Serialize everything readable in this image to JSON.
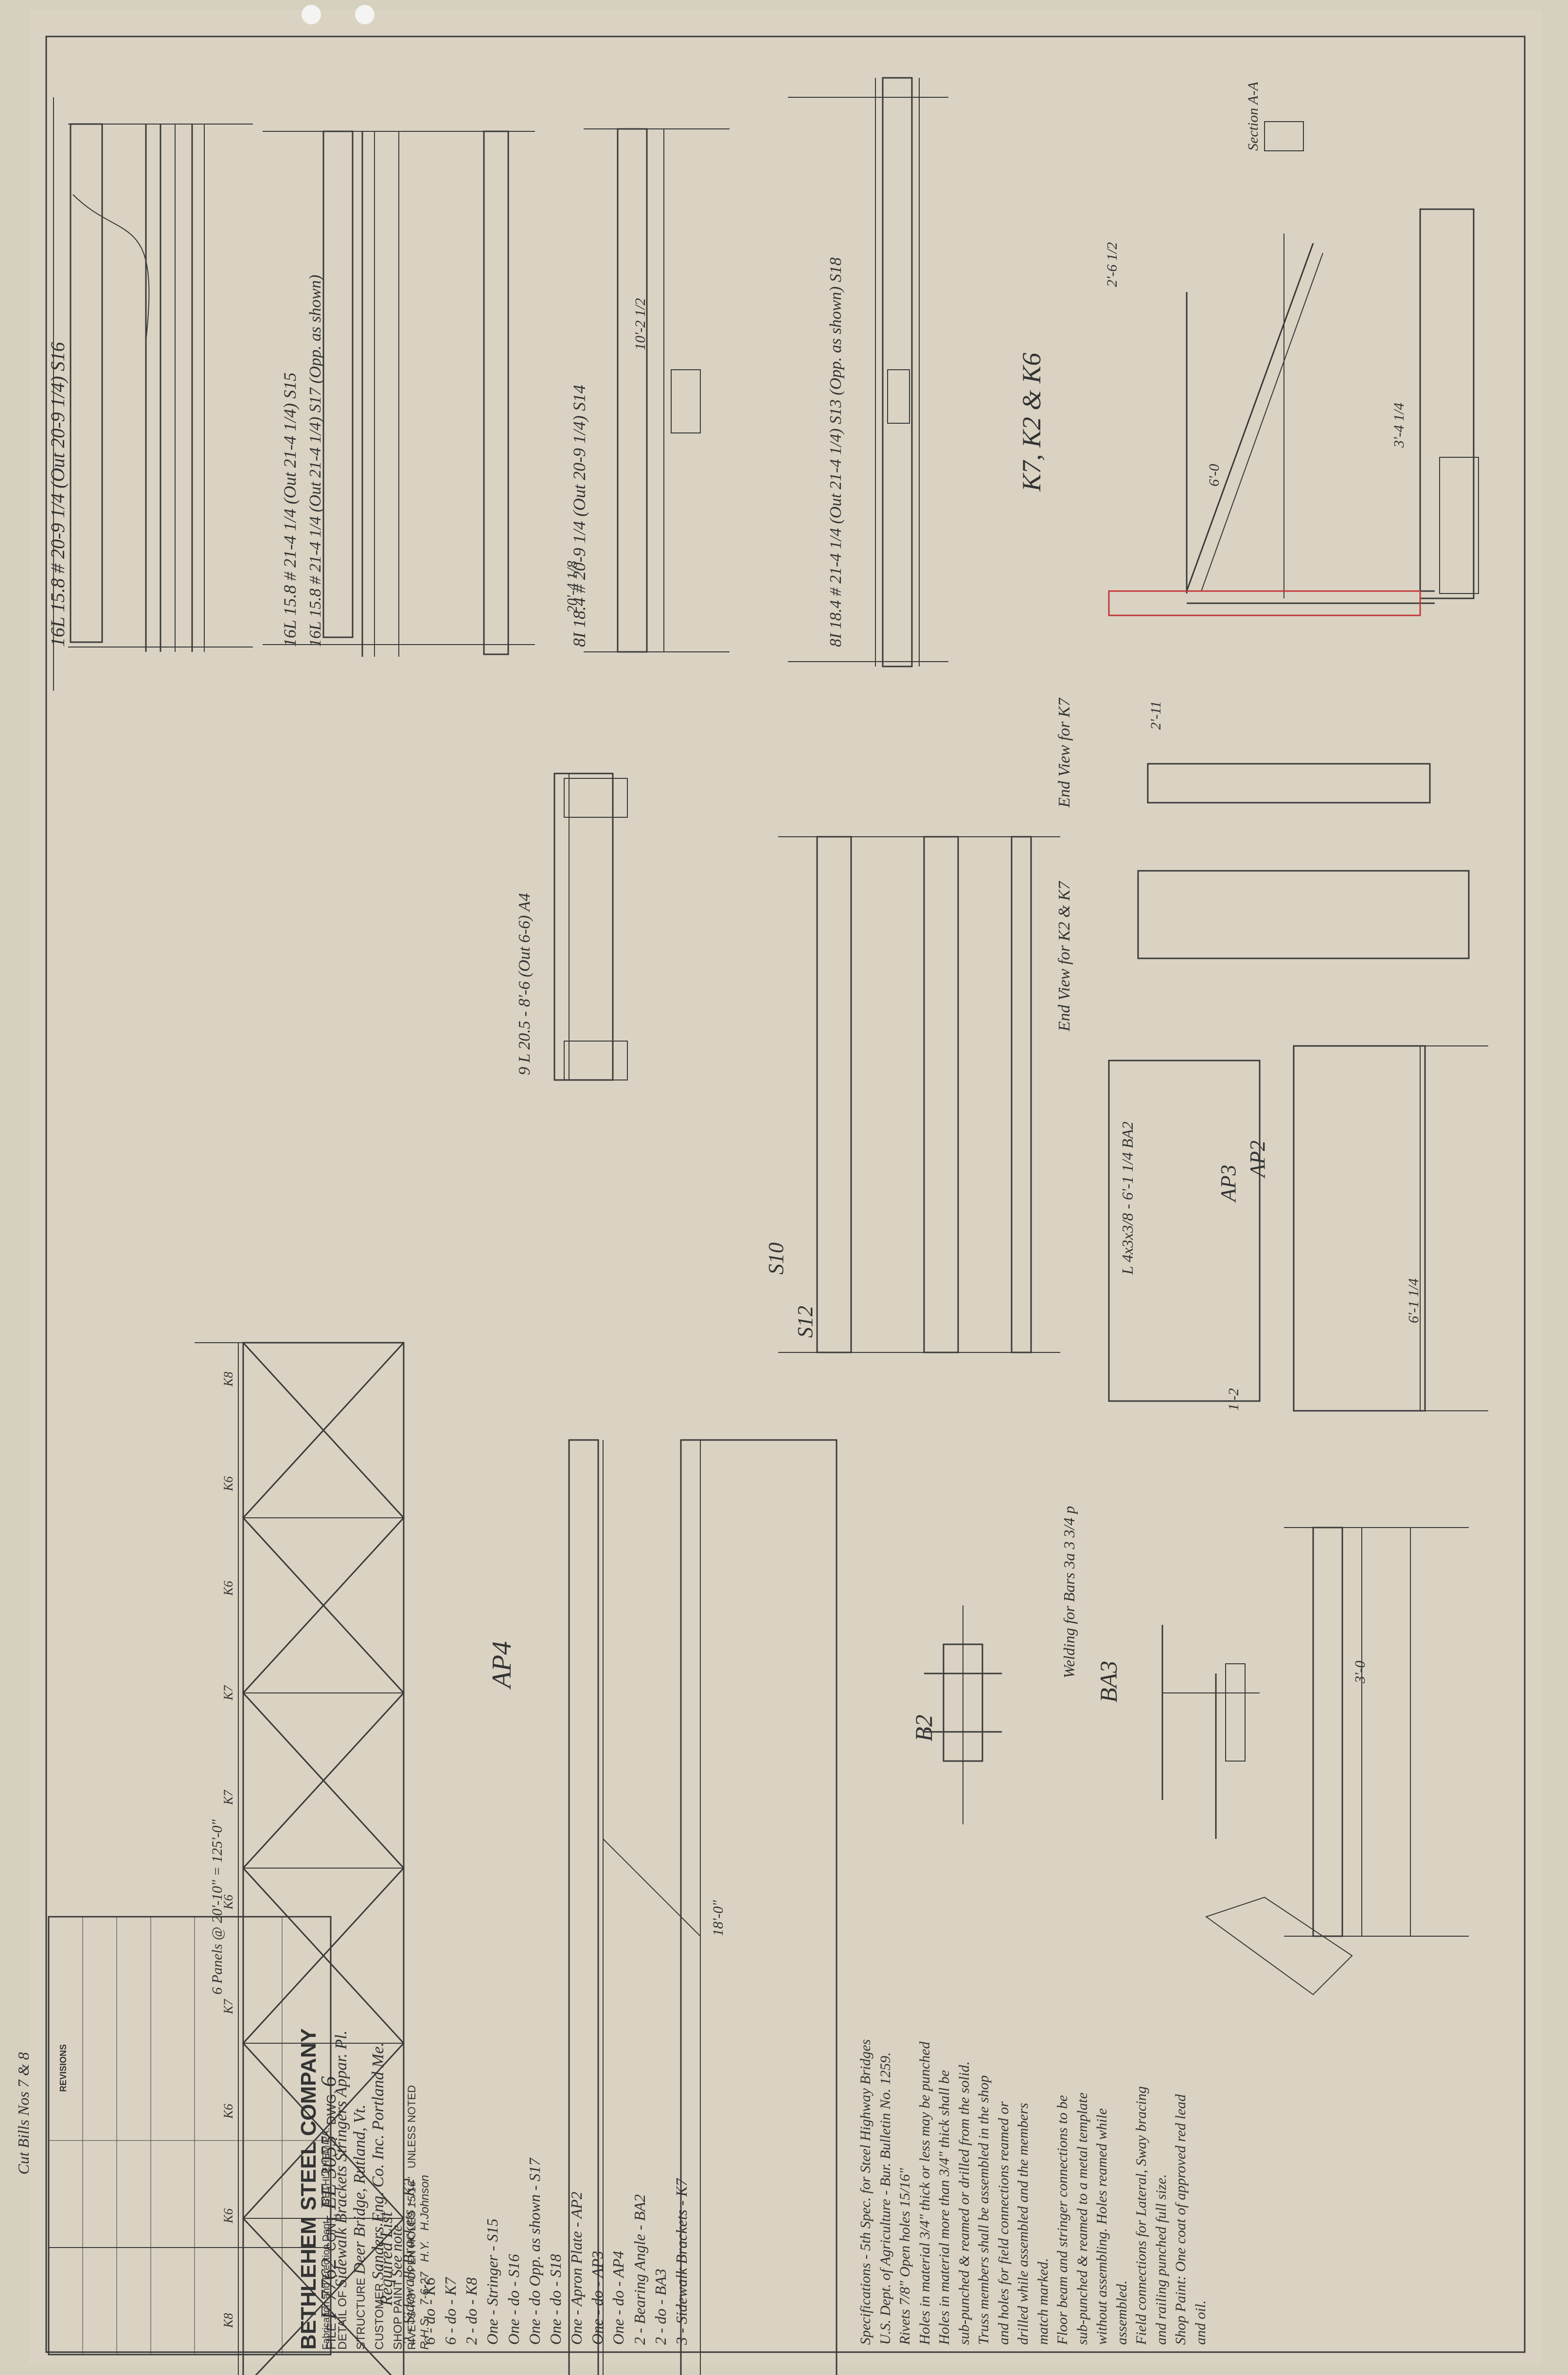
{
  "title_block": {
    "company": "BETHLEHEM STEEL COMPANY",
    "sub": "Fabrication and Erection Dept.",
    "city": "BETHLEHEM PA.",
    "detail_of_label": "DETAIL OF",
    "detail_of": "Sidewalk Brackets Stringers Appar. Pl.",
    "structure_label": "STRUCTURE",
    "structure": "Deer Bridge, Rutland, Vt.",
    "customer_label": "CUSTOMER",
    "customer": "Sanders Eng. Co. Inc. Portland Me.",
    "shop_paint_label": "SHOP PAINT",
    "shop_paint": "See note",
    "rivets_label": "RIVETS",
    "rivets": "7/8\"",
    "open_holes_label": "OPEN HOLES",
    "open_holes": "15/16\"",
    "unless_noted": "UNLESS NOTED",
    "revisions": "REVISIONS",
    "file_label": "FILE",
    "file": "F 7762",
    "contract_label": "CONT.",
    "contract": "EE 3055",
    "dwg_label": "DWG.",
    "dwg": "6",
    "drawn_by": "R.H.S.",
    "date": "7-6-27",
    "checked_by": "H.Y.",
    "approved": "H.Johnson"
  },
  "required_list": {
    "heading": "Required List",
    "items": [
      "2 - Sidewalk Brackets - K2",
      "6 - do - K6",
      "6 - do - K7",
      "2 - do - K8",
      "One - Stringer - S15",
      "One - do - S16",
      "One - do Opp. as shown - S17",
      "One - do - S18",
      "One - Apron Plate - AP2",
      "One - do - AP3",
      "One - do - AP4",
      "2 - Bearing Angle - BA2",
      "2 - do - BA3",
      "3 - Sidewalk Brackets - K7"
    ]
  },
  "notes": [
    "Specifications - 5th Spec. for Steel Highway Bridges",
    "U.S. Dept. of Agriculture - Bur. Bulletin No. 1259.",
    "Rivets 7/8\"  Open holes 15/16\"",
    "Holes in material 3/4\" thick or less may be punched",
    "Holes in material more than 3/4\" thick shall be",
    "sub-punched & reamed or drilled from the solid.",
    "Truss members shall be assembled in the shop",
    "and holes for field connections reamed or",
    "drilled while assembled and the members",
    "match marked.",
    "Floor beam and stringer connections to be",
    "sub-punched & reamed to a metal template",
    "without assembling. Holes reamed while",
    "assembled.",
    "Field connections for Lateral, Sway bracing",
    "and railing punched full size.",
    "Shop Paint: One coat of approved red lead",
    "and oil."
  ],
  "members": {
    "s16": "16L 15.8 # 20-9 1/4 (Out 20-9 1/4) S16",
    "s15": "16L 15.8 # 21-4 1/4 (Out 21-4 1/4) S15",
    "s17": "16L 15.8 # 21-4 1/4 (Out 21-4 1/4) S17 (Opp. as shown)",
    "s14": "8I 18.4 # 20-9 1/4 (Out 20-9 1/4) S14",
    "s18": "8I 18.4 # 21-4 1/4 (Out 21-4 1/4) S13 (Opp. as shown) S18",
    "k": "K7, K2 & K6",
    "ap4": "AP4",
    "ap2": "AP2",
    "ap3": "AP3",
    "ba2": "L 4x3x3/8 - 6'-1 1/4 BA2",
    "ba3": "BA3",
    "b2": "B2",
    "s10": "S10",
    "s12": "S12",
    "a4": "9 L 20.5 - 8'-6 (Out 6-6) A4",
    "section_aa": "Section A-A",
    "end_view": "End View for K7",
    "end_view2": "End View for K2 & K7",
    "welding": "Welding for Bars 3a 3 3/4 p",
    "panel_note": "6 Panels @ 20'-10\" = 125'-0\"",
    "sidewalk_note": "Cut Bills Nos 7 & 8"
  },
  "panel_labels": [
    "K8",
    "K6",
    "K6",
    "K7",
    "K7",
    "K6",
    "K7",
    "K6",
    "K6",
    "K8"
  ],
  "dims": [
    "2'-6 1/2",
    "3'-4 1/4",
    "20'-4 1/8",
    "2'-11",
    "6'-0",
    "18'-0\"",
    "3'-0",
    "1'-2",
    "10'-2 1/2",
    "6'-1 1/4"
  ]
}
